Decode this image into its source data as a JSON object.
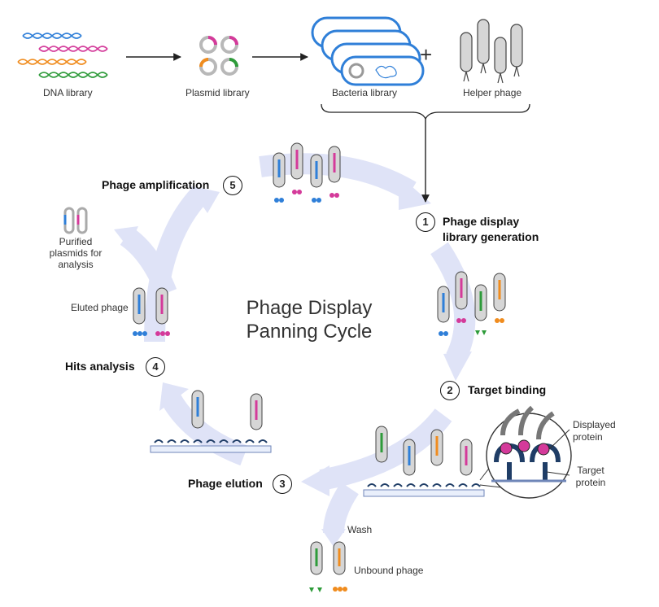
{
  "top": {
    "dna_library": "DNA library",
    "plasmid_library": "Plasmid library",
    "bacteria_library": "Bacteria library",
    "plus": "+",
    "helper_phage": "Helper phage"
  },
  "cycle": {
    "title_line1": "Phage Display",
    "title_line2": "Panning Cycle",
    "steps": [
      {
        "number": "1",
        "label_line1": "Phage display",
        "label_line2": "library generation"
      },
      {
        "number": "2",
        "label_line1": "Target binding"
      },
      {
        "number": "3",
        "label_line1": "Phage elution"
      },
      {
        "number": "4",
        "label_line1": "Hits analysis"
      },
      {
        "number": "5",
        "label_line1": "Phage amplification"
      }
    ]
  },
  "labels": {
    "wash": "Wash",
    "unbound_phage": "Unbound phage",
    "eluted_phage": "Eluted phage",
    "purified_line1": "Purified",
    "purified_line2": "plasmids for",
    "purified_line3": "analysis",
    "displayed_line1": "Displayed",
    "displayed_line2": "protein",
    "target_line1": "Target",
    "target_line2": "protein"
  },
  "colors": {
    "blue": "#2f7fd8",
    "magenta": "#d43a9a",
    "orange": "#f08c1e",
    "green": "#2e9b3a",
    "cycle_arrow": "#dfe3f7",
    "phage_body": "#d6d6d6",
    "receptor": "#1f3d66"
  }
}
